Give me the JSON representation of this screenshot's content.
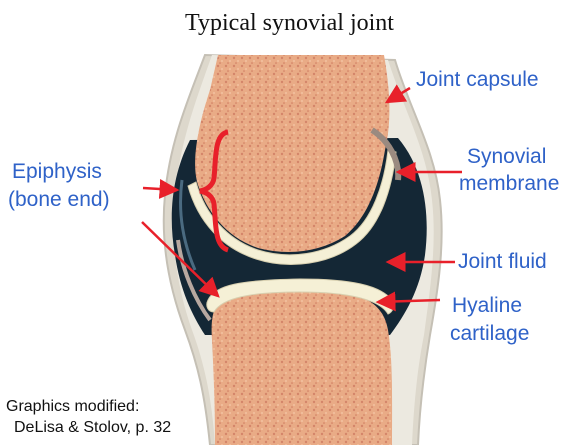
{
  "title": "Typical synovial joint",
  "labels": {
    "joint_capsule": "Joint capsule",
    "synovial_membrane_line1": "Synovial",
    "synovial_membrane_line2": "membrane",
    "epiphysis_line1": "Epiphysis",
    "epiphysis_line2": "(bone end)",
    "joint_fluid": "Joint fluid",
    "hyaline_line1": "Hyaline",
    "hyaline_line2": "cartilage"
  },
  "credit": {
    "line1": "Graphics modified:",
    "line2": "DeLisa & Stolov, p. 32"
  },
  "colors": {
    "label_text": "#2f62c8",
    "arrow": "#e8202a",
    "bone": "#e6a882",
    "cartilage": "#f5f0d8",
    "joint_fluid": "#172a3a",
    "capsule": "#e4e1d8"
  }
}
